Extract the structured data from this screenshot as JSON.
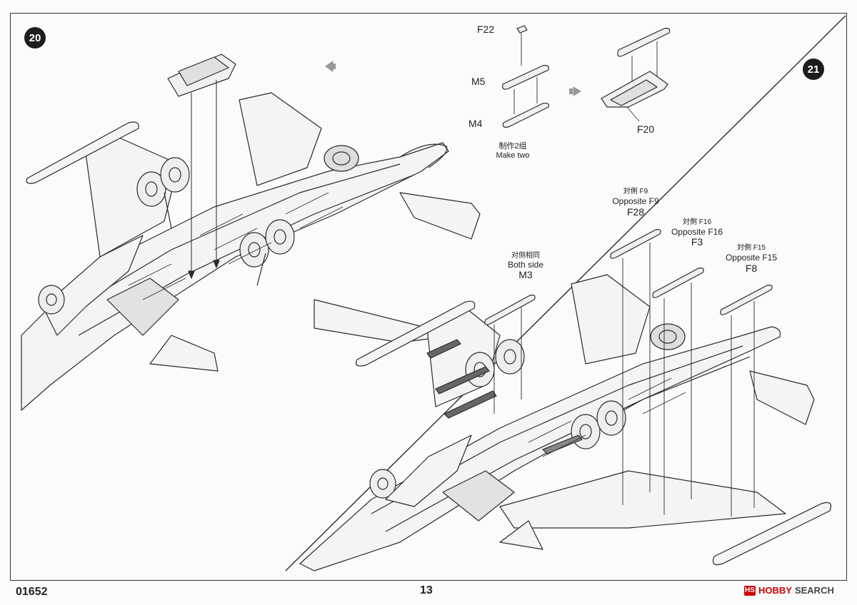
{
  "steps": {
    "step20": "20",
    "step21": "21"
  },
  "step20_parts": {
    "f22": "F22",
    "m5": "M5",
    "m4": "M4",
    "f20": "F20",
    "make_two_cn": "制作2组",
    "make_two_en": "Make two"
  },
  "step21_parts": {
    "m3_cn": "对侧相同",
    "m3_en": "Both side",
    "m3": "M3",
    "f28_cn": "対側 F9",
    "f28_en": "Opposite F9",
    "f28": "F28",
    "f3_cn": "対側  F16",
    "f3_en": "Opposite F16",
    "f3": "F3",
    "f8_cn": "対側  F15",
    "f8_en": "Opposite F15",
    "f8": "F8"
  },
  "footer": {
    "kit_number": "01652",
    "page_number": "13",
    "watermark_logo": "HS",
    "watermark_brand": "HOBBY",
    "watermark_site": "SEARCH"
  },
  "colors": {
    "line": "#2a2a2a",
    "fill": "#f4f4f4",
    "accent": "#cc0000",
    "step_bg": "#1d1d1d"
  }
}
